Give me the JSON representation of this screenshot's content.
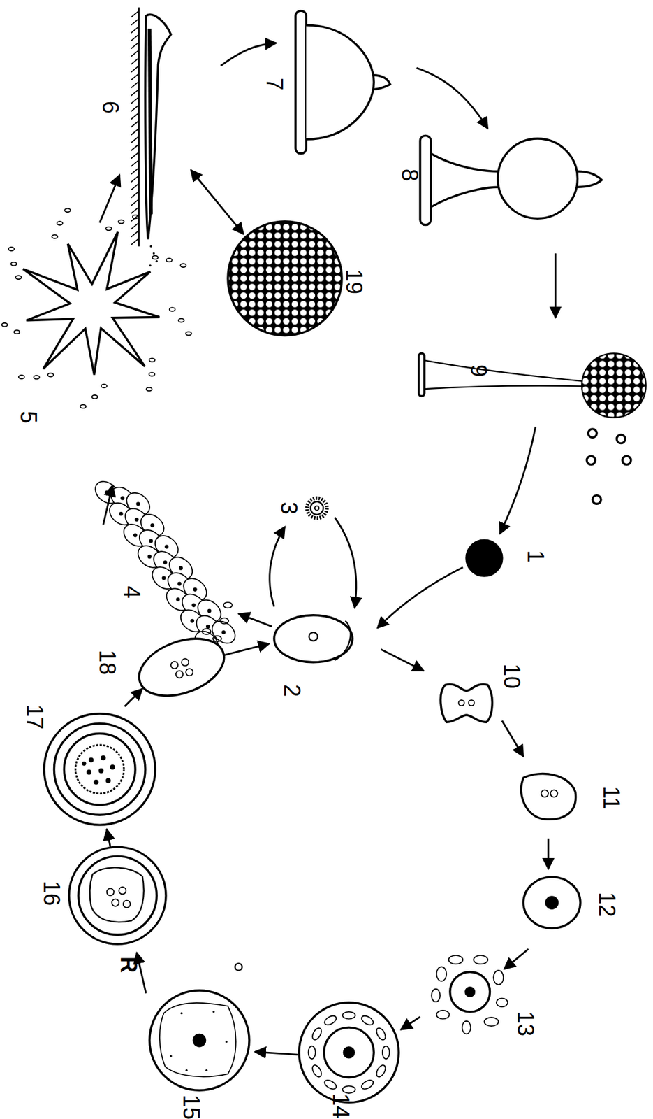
{
  "diagram": {
    "labels": [
      "1",
      "2",
      "3",
      "4",
      "5",
      "6",
      "7",
      "8",
      "9",
      "10",
      "11",
      "12",
      "13",
      "14",
      "15",
      "16",
      "17",
      "18",
      "19",
      "R"
    ]
  }
}
